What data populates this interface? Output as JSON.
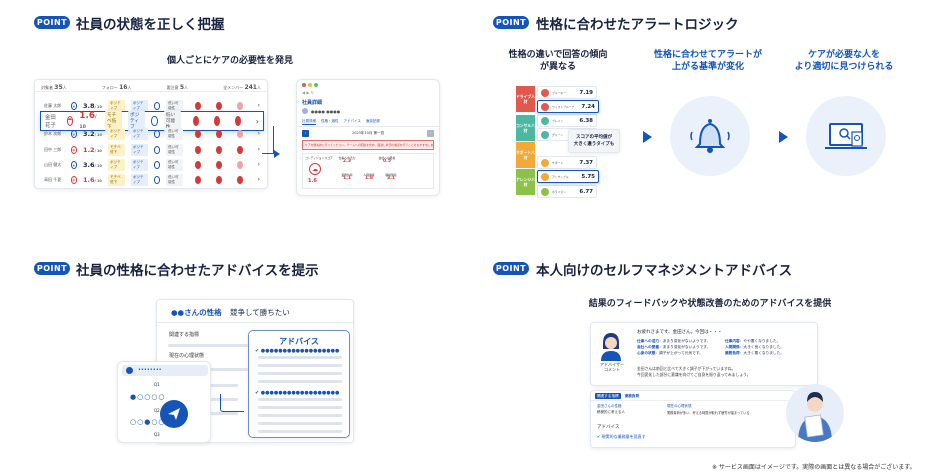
{
  "badge": "POINT",
  "colors": {
    "primary": "#1554b8",
    "accent_red": "#d53a3a",
    "light_blue": "#eaf1fb"
  },
  "s1": {
    "title": "社員の状態を正しく把握",
    "subtitle": "個人ごとにケアの必要性を発見",
    "counts": [
      {
        "label": "対象者",
        "val": "35",
        "unit": "人"
      },
      {
        "label": "フォロー",
        "val": "16",
        "unit": "人"
      },
      {
        "label": "要注意",
        "val": "5",
        "unit": "人"
      },
      {
        "label": "全メンバー",
        "val": "241",
        "unit": "人"
      }
    ],
    "rows": [
      {
        "name": "佐藤 太郎",
        "score": "3.8",
        "denom": "/ 10"
      },
      {
        "name": "金田 花子",
        "score": "1.6",
        "denom": "/ 10"
      },
      {
        "name": "鈴木 次郎",
        "score": "3.2",
        "denom": "/ 10"
      },
      {
        "name": "田中 三郎",
        "score": "1.2",
        "denom": "/ 10"
      },
      {
        "name": "山田 健太",
        "score": "3.6",
        "denom": "/ 10"
      },
      {
        "name": "高田 千夏",
        "score": "1.6",
        "denom": "/ 10"
      }
    ],
    "tag_a": "ポジティブ",
    "tag_b": "モチベ低下",
    "tag_c": "低い可能性",
    "browser_app": "社員詳細",
    "browser_user": "●●●● ●●●●",
    "browser_tabs": [
      "社員詳細",
      "性格・適性",
      "アドバイス",
      "面談記録"
    ],
    "browser_date": "2023年10月 第一週",
    "browser_alert": "ケアを優先的に行ってください。チームへの配属を含め、面談し状況の確認を行うことをおすすめします。",
    "panel_label": "コンディションスコア",
    "panel_score": "1.6",
    "metrics": [
      {
        "label": "仕事への活力",
        "val": "2.3"
      },
      {
        "label": "会社への愛着",
        "val": "0.5"
      },
      {
        "label": "業務負荷",
        "val": "1.1"
      },
      {
        "label": "人間関係",
        "val": "1.8"
      },
      {
        "label": "職場環境",
        "val": "3.1"
      }
    ]
  },
  "s2": {
    "title": "性格に合わせたアラートロジック",
    "col1": [
      "性格の違いで回答の傾向",
      "が異なる"
    ],
    "col2": [
      "性格に合わせてアラートが",
      "上がる基準が変化"
    ],
    "col3": [
      "ケアが必要な人を",
      "より適切に見つけられる"
    ],
    "groups": [
      "ドライブ人材",
      "コンサル人材",
      "サポート人材",
      "アレンジ人材"
    ],
    "group_colors": [
      "#e2584c",
      "#4bb9a2",
      "#f3a93a",
      "#8dc24a"
    ],
    "names": [
      "ブルーキー",
      "ウィストブルーナー",
      "ブレイン",
      "グリーン",
      "サポート",
      "アンサンブル",
      "ホライズン",
      "ステイブル"
    ],
    "scores": [
      {
        "val": "7.19",
        "hl": false
      },
      {
        "val": "7.24",
        "hl": true
      },
      {
        "val": "6.38",
        "hl": false
      },
      {
        "val": "",
        "hl": false
      },
      {
        "val": "7.37",
        "hl": false
      },
      {
        "val": "5.75",
        "hl": true
      },
      {
        "val": "6.77",
        "hl": false
      }
    ],
    "tooltip": [
      "スコアの平均値が",
      "大きく違うタイプも"
    ]
  },
  "s3": {
    "title": "社員の性格に合わせたアドバイスを提示",
    "header_dots": "●●",
    "header_name": "さんの性格",
    "header_trait": "競争して勝ちたい",
    "label_a": "関連する指標",
    "label_b": "現在の心理状態",
    "advice_title": "アドバイス",
    "advice_line": "●●●●●●●●●●●●●●●●●●",
    "q_labels": [
      "Q1",
      "Q2",
      "Q3"
    ],
    "pass_dots": "••••••••"
  },
  "s4": {
    "title": "本人向けのセルフマネジメントアドバイス",
    "subtitle": "結果のフィードバックや状態改善のためのアドバイスを提供",
    "greeting": "お疲れさまです、金田さん。今回は・・・",
    "items_l": [
      {
        "k": "仕事への活力",
        "v": "：あまり変化がないようです。"
      },
      {
        "k": "会社への愛着",
        "v": "：あまり変化がないようです。"
      },
      {
        "k": "心身の状態",
        "v": "：調子が上がって元気です。"
      }
    ],
    "items_r": [
      {
        "k": "仕事内容",
        "v": "：やや悪くなりました。"
      },
      {
        "k": "人間関係",
        "v": "：大きく良くなりました。"
      },
      {
        "k": "業務負荷",
        "v": "：大きく悪くなりました。"
      }
    ],
    "closing": [
      "金田さんは前回と比べて大きく調子が下がっていますね。",
      "今回変化した部分に意識を向けてご自身を振り返ってみましょう。"
    ],
    "advisor": [
      "アドバイザー",
      "コメント"
    ],
    "tab_a": "関連する指標",
    "tab_b": "業務負荷",
    "col_a": "金田さんの性格",
    "col_a_val": "積極的に考える人",
    "col_b": "現在の心理状態",
    "col_b_val": "業務負荷が多い、考える時間が取れず疲労が溜まっている",
    "adv_title": "アドバイス",
    "adv_item": "現実的な業務量を見直す"
  },
  "footnote": "※ サービス画面はイメージです。実際の画面とは異なる場合がございます。"
}
